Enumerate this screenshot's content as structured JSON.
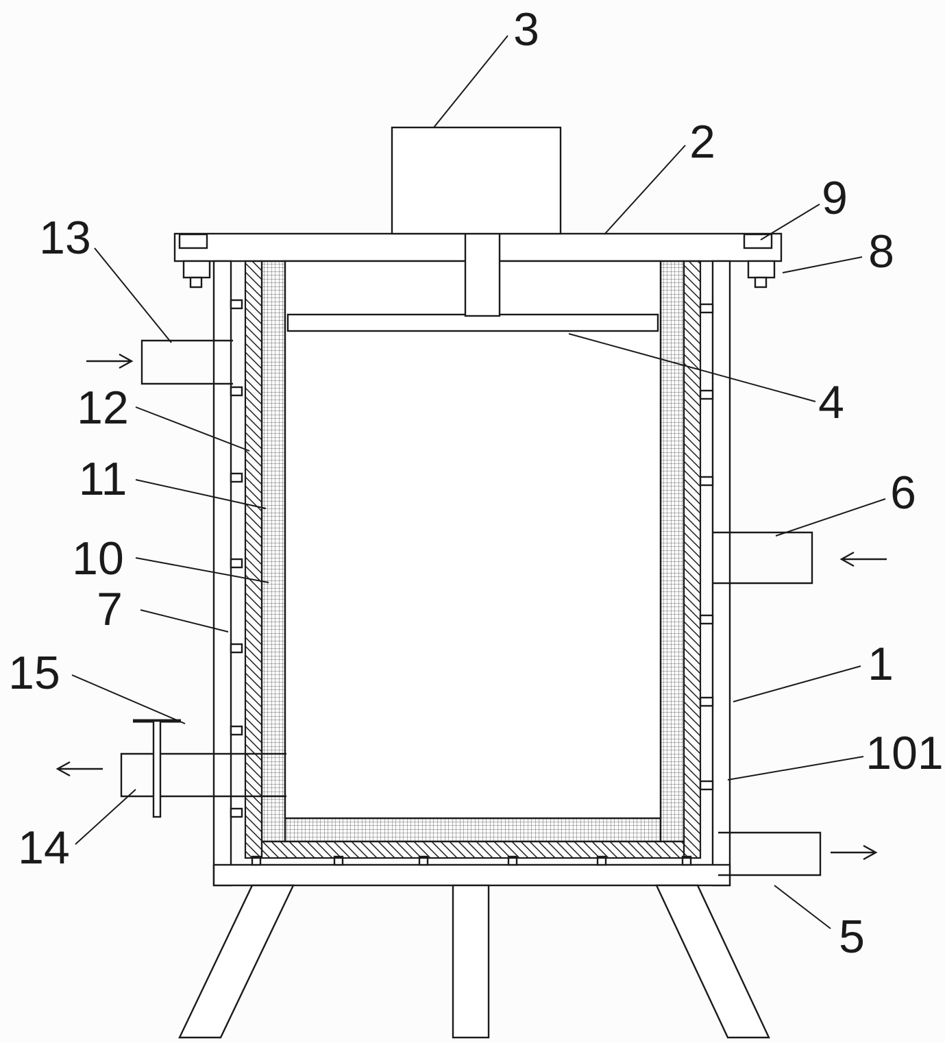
{
  "figure": {
    "kind": "patent-style technical sectional drawing",
    "subject": "Jacketed vessel apparatus with top motor, layered insulated walls, inlet/outlet pipes, drain valve and three support legs",
    "background_color": "#fcfcfc",
    "line_color": "#1a1a1a",
    "flow_arrows": [
      {
        "location": "upper-left pipe 13",
        "direction": "right (into vessel)"
      },
      {
        "location": "right pipe 6",
        "direction": "left (into vessel)"
      },
      {
        "location": "lower-left pipe 14",
        "direction": "left (out of vessel)"
      },
      {
        "location": "lower-right pipe 5",
        "direction": "right (out of vessel)"
      }
    ]
  },
  "labels": {
    "outer_shell": "1",
    "top_cover": "2",
    "motor": "3",
    "inner_plate": "4",
    "outlet_right": "5",
    "inlet_right": "6",
    "wall_rib": "7",
    "nut": "8",
    "bolt": "9",
    "inner_liner": "10",
    "mesh_layer": "11",
    "insulation_layer": "12",
    "inlet_left": "13",
    "outlet_left": "14",
    "valve": "15",
    "shell_lower": "101"
  }
}
